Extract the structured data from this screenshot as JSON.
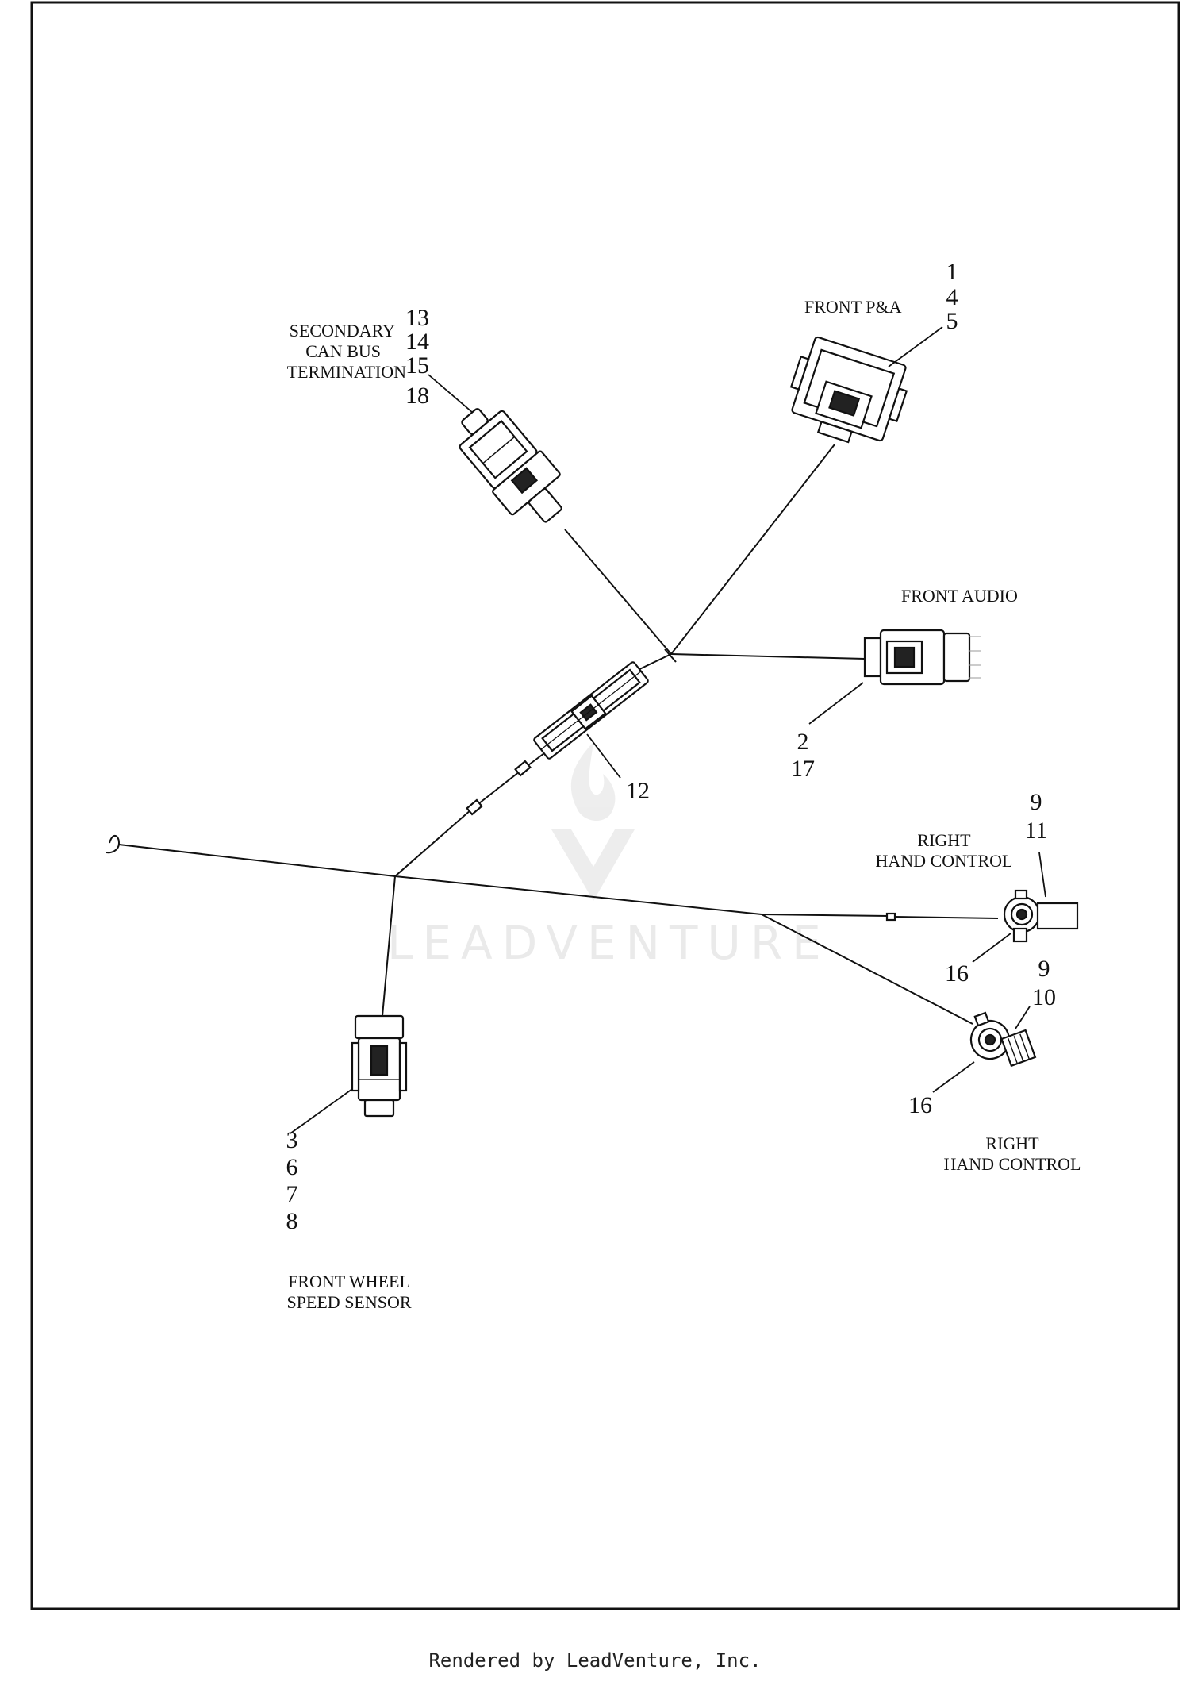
{
  "diagram": {
    "labels": {
      "front_pa": "FRONT P&A",
      "secondary_can_1": "SECONDARY",
      "secondary_can_2": "CAN BUS",
      "secondary_can_3": "TERMINATION",
      "front_audio": "FRONT AUDIO",
      "rhc_upper_1": "RIGHT",
      "rhc_upper_2": "HAND CONTROL",
      "rhc_lower_1": "RIGHT",
      "rhc_lower_2": "HAND CONTROL",
      "fwss_1": "FRONT WHEEL",
      "fwss_2": "SPEED SENSOR"
    },
    "callouts": {
      "front_pa": [
        "1",
        "4",
        "5"
      ],
      "secondary_can": [
        "13",
        "14",
        "15",
        "18"
      ],
      "front_audio": [
        "2",
        "17"
      ],
      "inline_connector": [
        "12"
      ],
      "rhc_upper_top": [
        "9",
        "11"
      ],
      "rhc_upper_bottom": [
        "16"
      ],
      "rhc_lower_top": [
        "9",
        "10"
      ],
      "rhc_lower_bottom": [
        "16"
      ],
      "fwss": [
        "3",
        "6",
        "7",
        "8"
      ]
    },
    "watermark": "LEADVENTURE"
  },
  "footer": {
    "text": "Rendered by LeadVenture, Inc."
  }
}
